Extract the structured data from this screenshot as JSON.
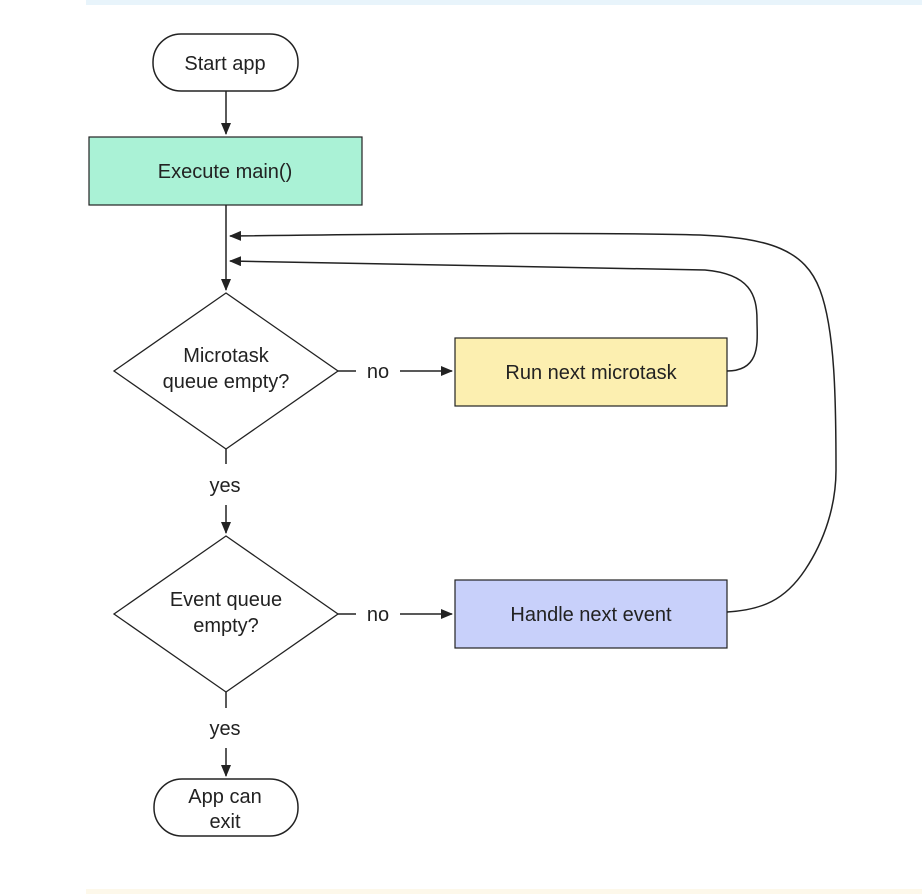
{
  "flowchart": {
    "start": "Start app",
    "execute_main": "Execute main()",
    "microtask_question": [
      "Microtask",
      "queue empty?"
    ],
    "run_microtask": "Run next microtask",
    "event_question": [
      "Event queue",
      "empty?"
    ],
    "handle_event": "Handle next event",
    "exit": [
      "App can",
      "exit"
    ],
    "edge_no": "no",
    "edge_yes": "yes"
  },
  "colors": {
    "execute_main_fill": "#aaf2d6",
    "run_microtask_fill": "#fcefb0",
    "handle_event_fill": "#c8d0fa",
    "line": "#222222"
  }
}
